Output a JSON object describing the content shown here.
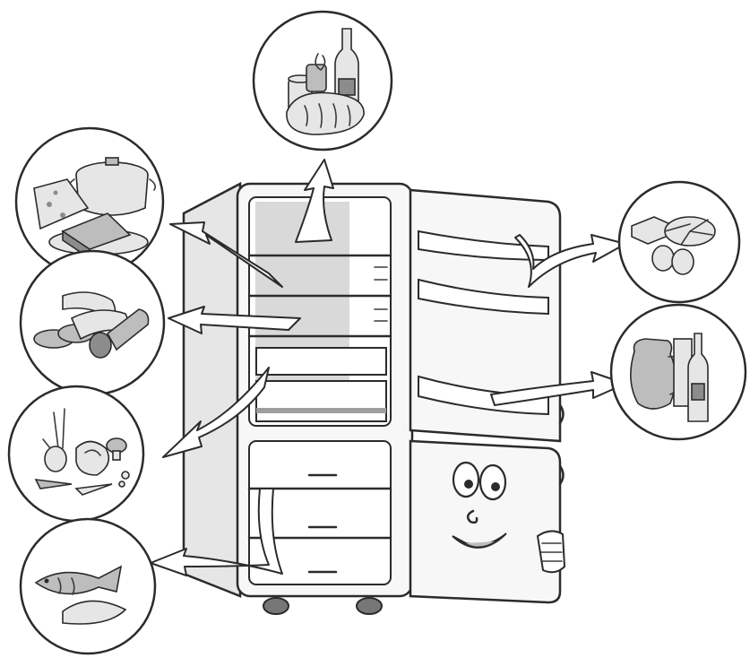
{
  "diagram": {
    "compartments": [
      {
        "id": "freezer-top",
        "icon": "bread-cans-bottle-icon"
      },
      {
        "id": "upper-shelf",
        "icon": "cheese-cake-pot-icon"
      },
      {
        "id": "middle-shelf",
        "icon": "sausages-meat-icon"
      },
      {
        "id": "crisper-drawer",
        "icon": "vegetables-icon"
      },
      {
        "id": "freezer-drawers",
        "icon": "fish-icon"
      },
      {
        "id": "door-upper-shelf",
        "icon": "butter-cheese-eggs-icon"
      },
      {
        "id": "door-lower-shelf",
        "icon": "jug-bottles-icon"
      }
    ],
    "colors": {
      "ink": "#2b2b2b",
      "fridge_body": "#f4f4f4",
      "interior_shade": "#d9d9d9",
      "food_grey": "#bdbdbd"
    }
  }
}
